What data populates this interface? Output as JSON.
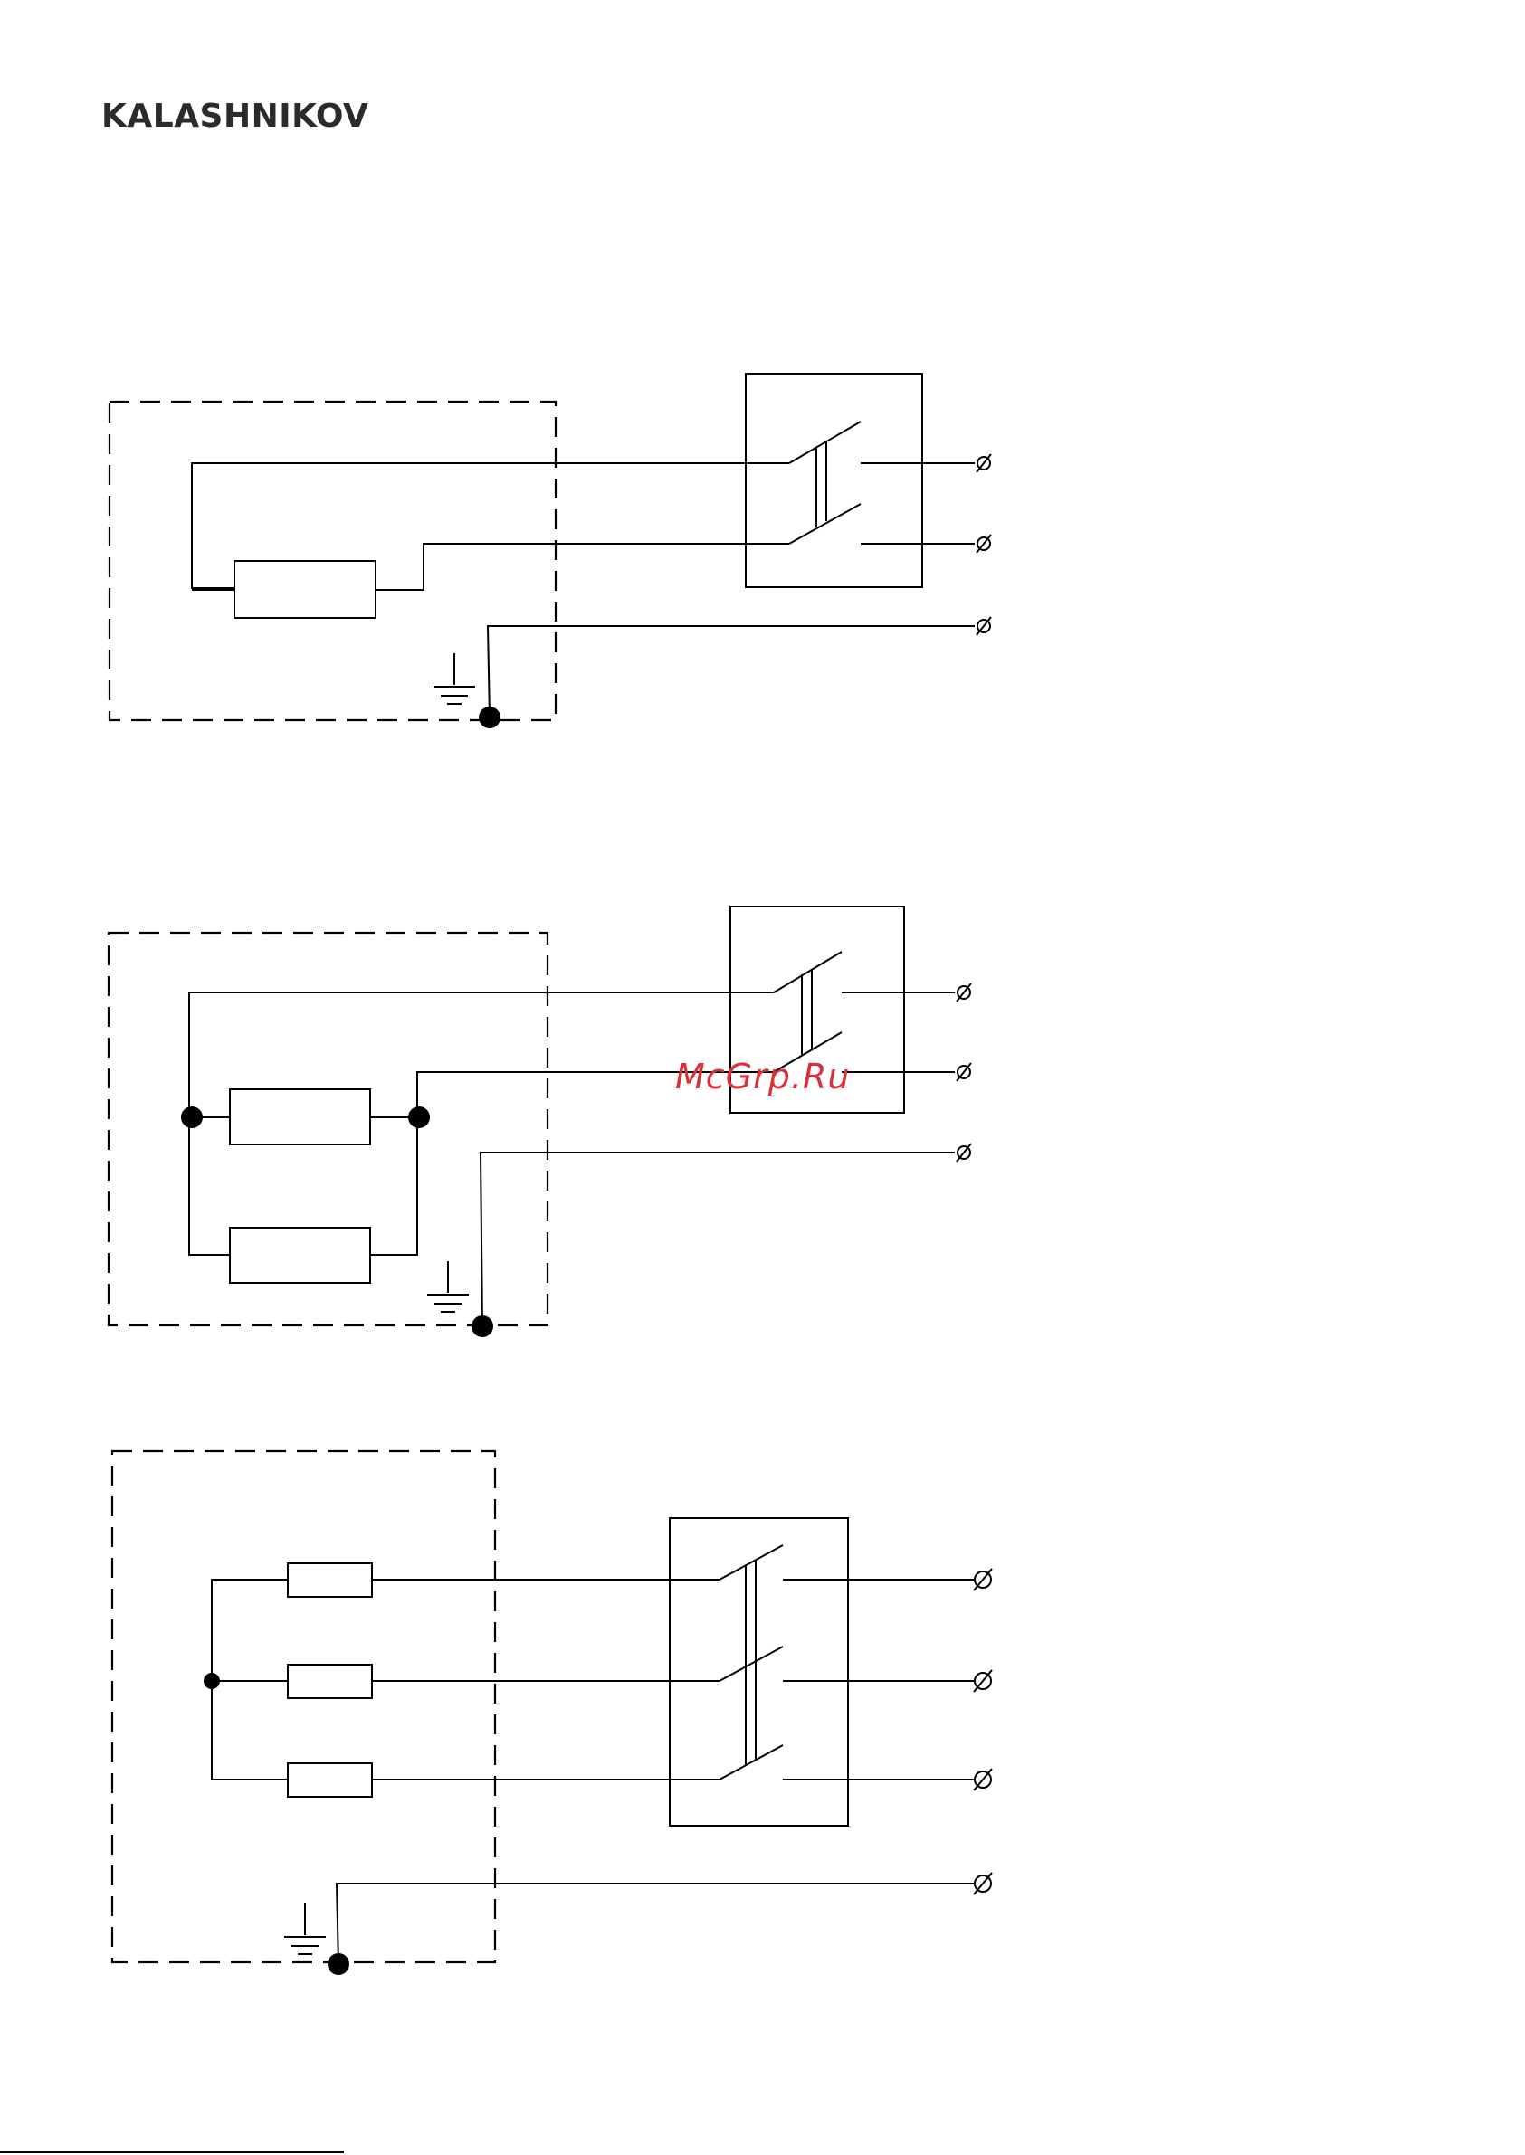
{
  "header": {
    "brand": "KALASHNIKOV"
  },
  "watermark": {
    "text": "McGrp.Ru"
  },
  "diagrams": [
    {
      "id": "single-heater",
      "heaters": 1,
      "switch_poles": 2,
      "terminals": 3
    },
    {
      "id": "two-heaters-parallel",
      "heaters": 2,
      "switch_poles": 2,
      "terminals": 3
    },
    {
      "id": "three-heaters-star",
      "heaters": 3,
      "switch_poles": 3,
      "terminals": 4
    }
  ],
  "terminal_symbol": "∅"
}
